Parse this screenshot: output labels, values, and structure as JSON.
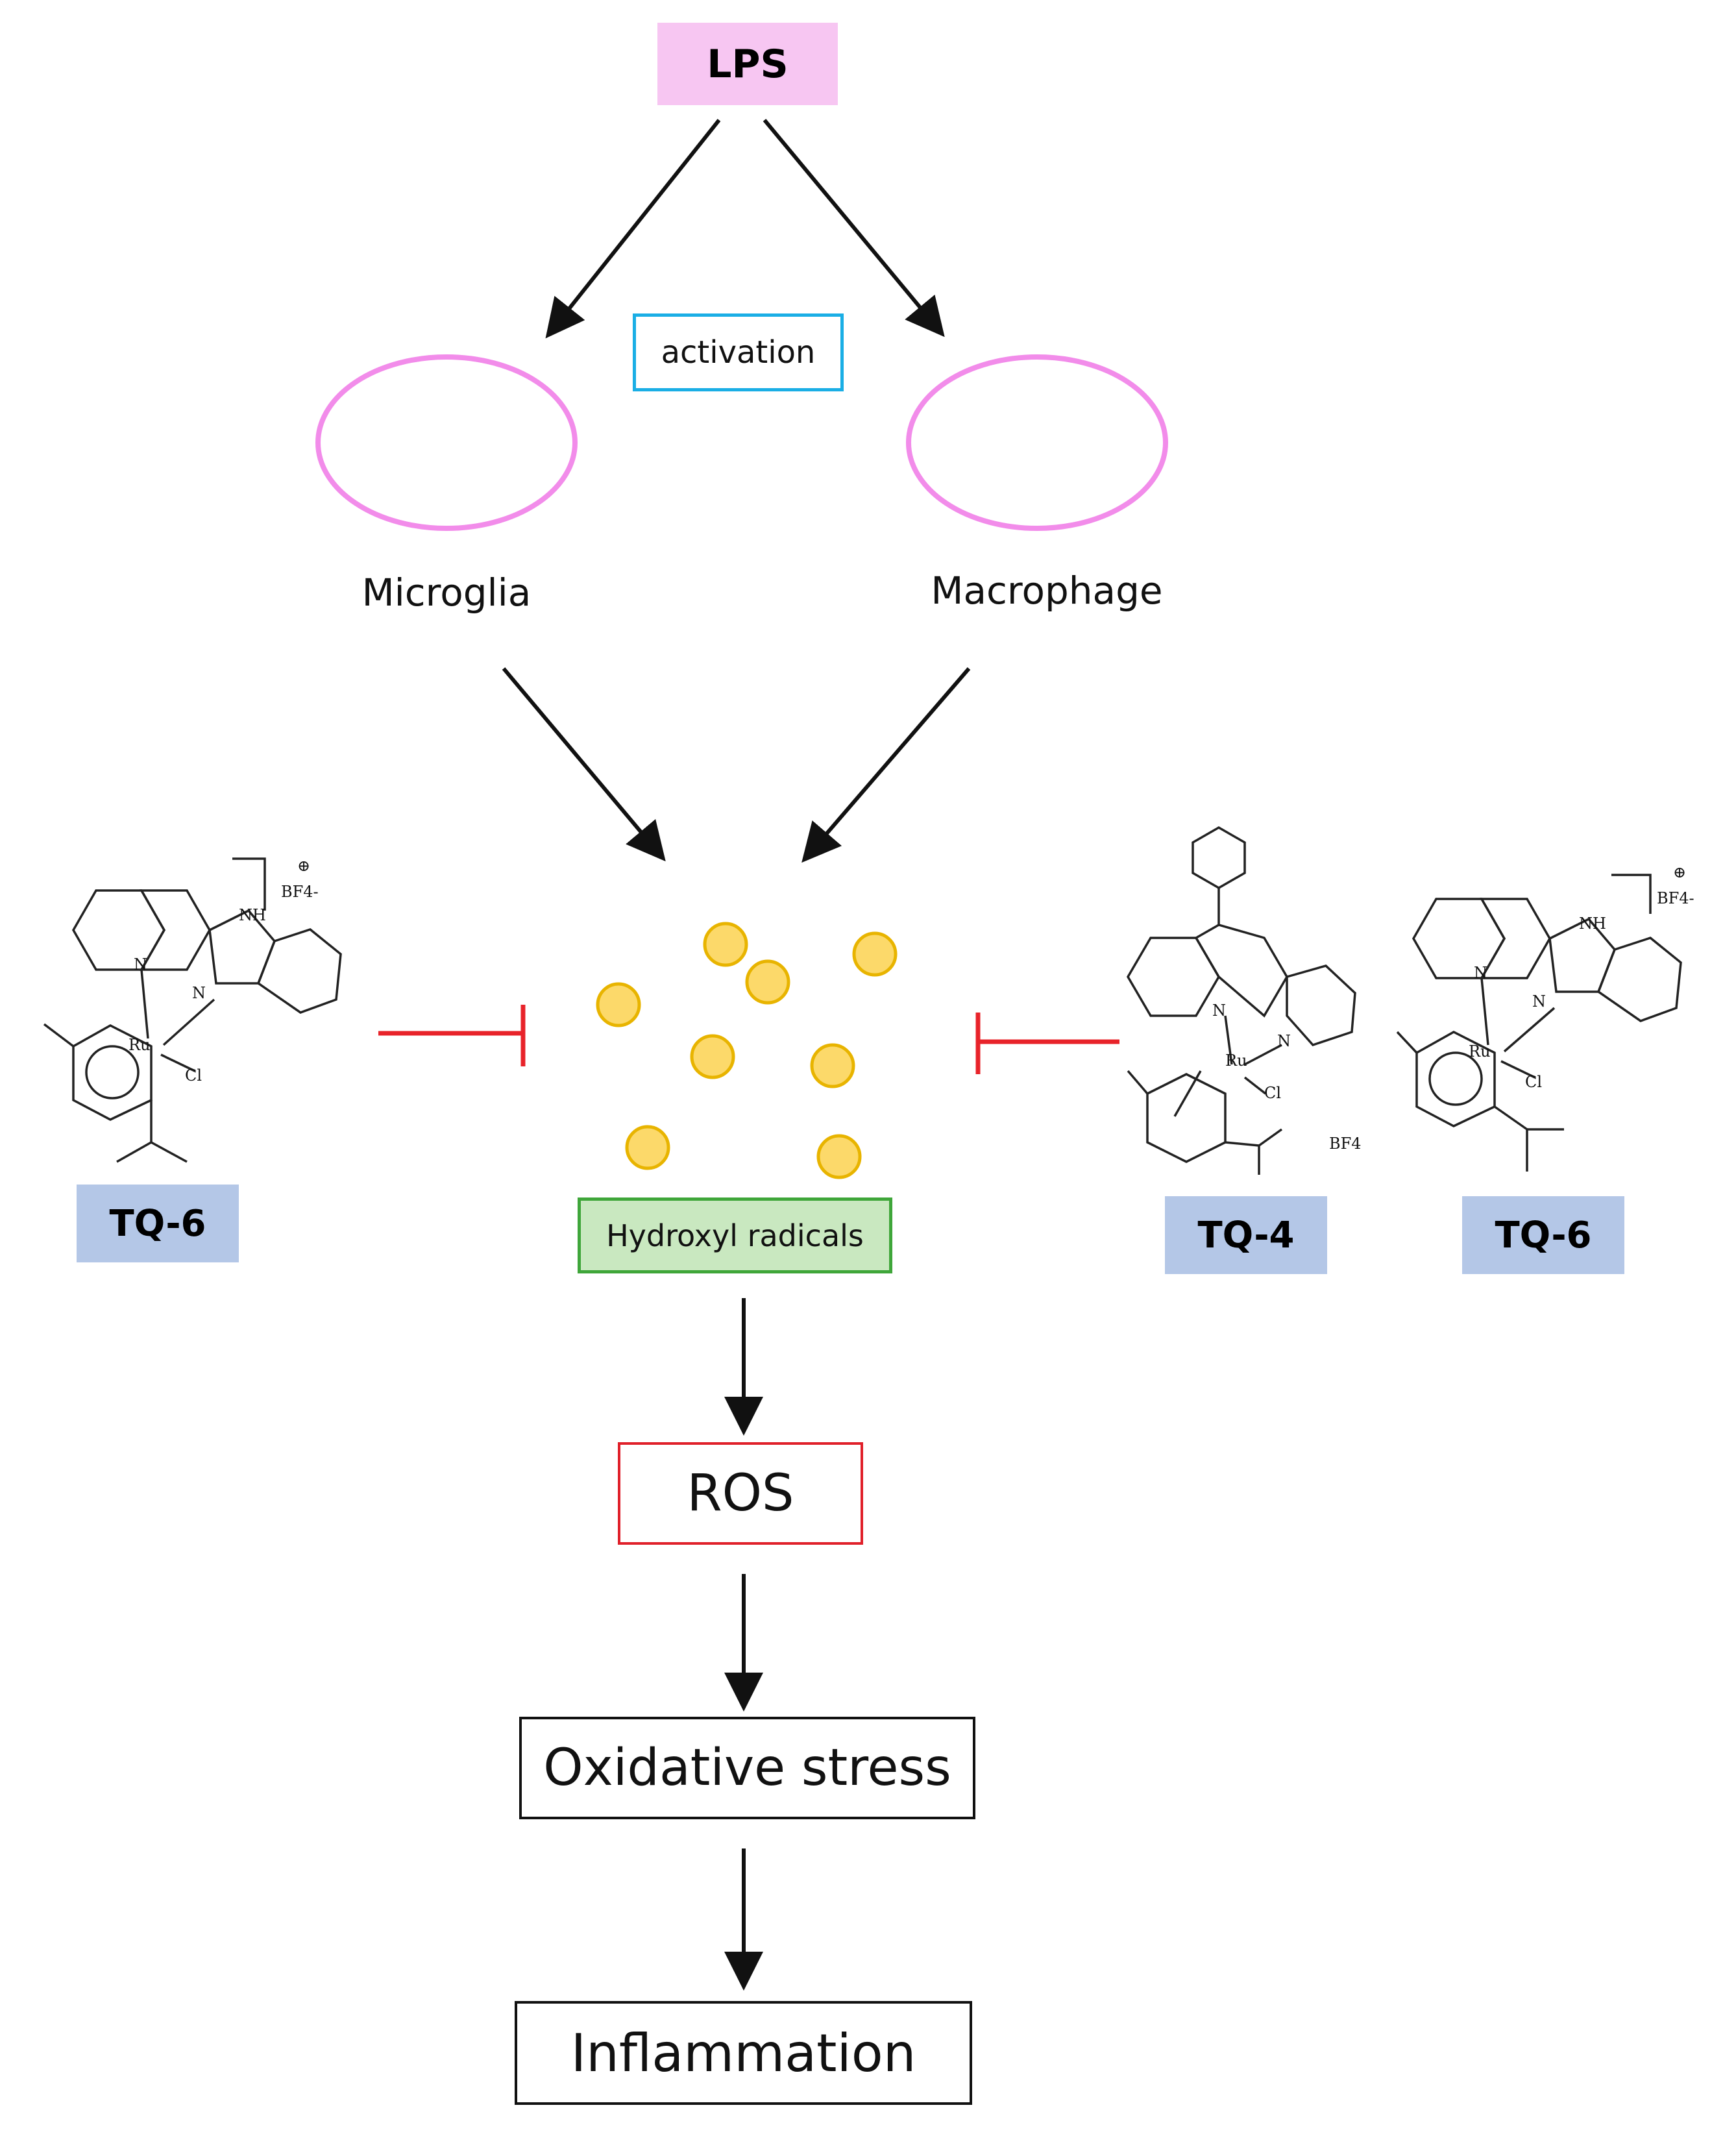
{
  "nodes": {
    "lps": "LPS",
    "activation": "activation",
    "microglia": "Microglia",
    "macrophage": "Macrophage",
    "hydroxyl": "Hydroxyl radicals",
    "ros": "ROS",
    "oxidative": "Oxidative stress",
    "inflammation": "Inflammation"
  },
  "compounds": {
    "left": "TQ-6",
    "right_a": "TQ-4",
    "right_b": "TQ-6"
  },
  "atoms": {
    "n": "N",
    "nh": "NH",
    "ru": "Ru",
    "cl": "Cl",
    "bf4_minus": "BF4-",
    "bf4": "BF4",
    "plus": "⊕"
  },
  "colors": {
    "lps_fill": "#f7c6f2",
    "activation_border": "#1aaee5",
    "cell_outline": "#f28cea",
    "radical_fill": "#fcd96a",
    "radical_stroke": "#e8b400",
    "hydroxyl_fill": "#c9e8c0",
    "hydroxyl_border": "#3fa63a",
    "ros_border": "#e0202a",
    "inhibit": "#e8232a",
    "compound_label_fill": "#b4c7e7"
  }
}
